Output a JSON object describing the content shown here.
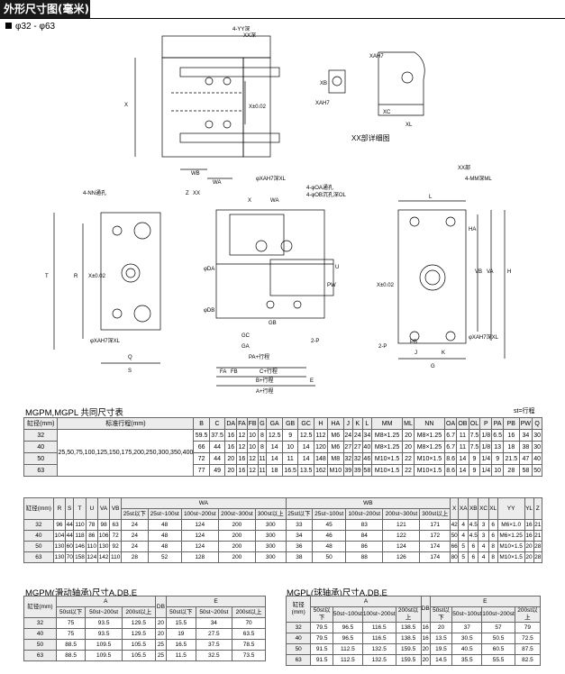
{
  "header": {
    "title": "外形尺寸图(毫米)"
  },
  "bore_range": "φ32 - φ63",
  "drawing": {
    "labels": {
      "yy_depth": "4-YY深",
      "xx_depth": "XX深",
      "x": "X",
      "x_tol": "X±0.02",
      "xa_h7": "XAH7",
      "xb": "XB",
      "xc": "XC",
      "xl": "XL",
      "xx_detail": "XX部详细图",
      "wb": "WB",
      "wa": "WA",
      "z": "Z",
      "xx": "XX",
      "phi_xa_depth": "φXAH7深XL",
      "nn_thread": "4-NN通孔",
      "oa_thread": "4-φOA通孔",
      "ob_cbore": "4-φOB沉孔深OL",
      "mm_depth": "4-MM深ML",
      "xx_part": "XX部",
      "t": "T",
      "r": "R",
      "q": "Q",
      "s": "S",
      "u": "U",
      "ga": "GA",
      "gb": "GB",
      "gc": "GC",
      "fa": "FA",
      "fb": "FB",
      "c_stroke": "C+行程",
      "b_stroke": "B+行程",
      "a_stroke": "A+行程",
      "e": "E",
      "pa_stroke": "PA+行程",
      "da": "φDA",
      "db": "φDB",
      "pw": "PW",
      "two_p": "2-P",
      "l": "L",
      "vb": "VB",
      "va": "VA",
      "h": "H",
      "ha": "HA",
      "j": "J",
      "k": "K",
      "g": "G",
      "pb": "PB",
      "phi_xa_depth2": "φXAH7深XL"
    }
  },
  "table1": {
    "title": "MGPM,MGPL 共同尺寸表",
    "note": "st=行程",
    "headers": [
      "缸径(mm)",
      "标准行程(mm)",
      "B",
      "C",
      "DA",
      "FA",
      "FB",
      "G",
      "GA",
      "GB",
      "GC",
      "H",
      "HA",
      "J",
      "K",
      "L",
      "MM",
      "ML",
      "NN",
      "OA",
      "OB",
      "OL",
      "P",
      "PA",
      "PB",
      "PW",
      "Q"
    ],
    "stroke_text": "25,50,75,100,125,150,175,200,250,300,350,400",
    "rows": [
      [
        "32",
        "59.5",
        "37.5",
        "16",
        "12",
        "10",
        "8",
        "12.5",
        "9",
        "12.5",
        "112",
        "M6",
        "24",
        "24",
        "34",
        "M8×1.25",
        "20",
        "M8×1.25",
        "6.7",
        "11",
        "7.5",
        "1/8",
        "6.5",
        "16",
        "34",
        "30"
      ],
      [
        "40",
        "66",
        "44",
        "16",
        "12",
        "10",
        "8",
        "14",
        "10",
        "14",
        "120",
        "M6",
        "27",
        "27",
        "40",
        "M8×1.25",
        "20",
        "M8×1.25",
        "6.7",
        "11",
        "7.5",
        "1/8",
        "13",
        "18",
        "38",
        "30"
      ],
      [
        "50",
        "72",
        "44",
        "20",
        "16",
        "12",
        "11",
        "14",
        "11",
        "14",
        "148",
        "M8",
        "32",
        "32",
        "46",
        "M10×1.5",
        "22",
        "M10×1.5",
        "8.6",
        "14",
        "9",
        "1/4",
        "9",
        "21.5",
        "47",
        "40"
      ],
      [
        "63",
        "77",
        "49",
        "20",
        "16",
        "12",
        "11",
        "18",
        "16.5",
        "13.5",
        "162",
        "M10",
        "39",
        "39",
        "58",
        "M10×1.5",
        "22",
        "M10×1.5",
        "8.6",
        "14",
        "9",
        "1/4",
        "10",
        "28",
        "58",
        "50"
      ]
    ]
  },
  "table2": {
    "h_bore": "缸径(mm)",
    "cols": [
      "R",
      "S",
      "T",
      "U",
      "VA",
      "VB"
    ],
    "wa": "WA",
    "wb": "WB",
    "wa_sub": [
      "25st以下",
      "25st~100st",
      "100st~200st",
      "200st~300st",
      "300st以上"
    ],
    "wb_sub": [
      "25st以下",
      "25st~100st",
      "100st~200st",
      "200st~300st",
      "300st以上"
    ],
    "tail": [
      "X",
      "XA",
      "XB",
      "XC",
      "XL",
      "YY",
      "YL",
      "Z"
    ],
    "rows": [
      [
        "32",
        "96",
        "44",
        "110",
        "78",
        "98",
        "63",
        "24",
        "48",
        "124",
        "200",
        "300",
        "33",
        "45",
        "83",
        "121",
        "171",
        "42",
        "4",
        "4.5",
        "3",
        "6",
        "M6×1.0",
        "16",
        "21"
      ],
      [
        "40",
        "104",
        "44",
        "118",
        "86",
        "106",
        "72",
        "24",
        "48",
        "124",
        "200",
        "300",
        "34",
        "46",
        "84",
        "122",
        "172",
        "50",
        "4",
        "4.5",
        "3",
        "6",
        "M6×1.25",
        "16",
        "21"
      ],
      [
        "50",
        "130",
        "60",
        "146",
        "110",
        "130",
        "92",
        "24",
        "48",
        "124",
        "200",
        "300",
        "36",
        "48",
        "86",
        "124",
        "174",
        "66",
        "5",
        "6",
        "4",
        "8",
        "M10×1.5",
        "20",
        "28"
      ],
      [
        "63",
        "130",
        "70",
        "158",
        "124",
        "142",
        "110",
        "28",
        "52",
        "128",
        "200",
        "300",
        "38",
        "50",
        "88",
        "126",
        "174",
        "80",
        "5",
        "6",
        "4",
        "8",
        "M10×1.5",
        "20",
        "28"
      ]
    ]
  },
  "table3": {
    "title": "MGPM(滑动轴承)尺寸A,DB,E",
    "h_bore": "缸径(mm)",
    "a": "A",
    "db": "DB",
    "e": "E",
    "sub": [
      "50st以下",
      "50st~200st",
      "200st以上"
    ],
    "rows": [
      [
        "32",
        "75",
        "93.5",
        "129.5",
        "20",
        "15.5",
        "34",
        "70"
      ],
      [
        "40",
        "75",
        "93.5",
        "129.5",
        "20",
        "19",
        "27.5",
        "63.5"
      ],
      [
        "50",
        "88.5",
        "109.5",
        "105.5",
        "25",
        "16.5",
        "37.5",
        "78.5"
      ],
      [
        "63",
        "88.5",
        "109.5",
        "105.5",
        "25",
        "11.5",
        "32.5",
        "73.5"
      ]
    ]
  },
  "table4": {
    "title": "MGPL(球轴承)尺寸A,DB,E",
    "h_bore": "缸径(mm)",
    "a": "A",
    "db": "DB",
    "e": "E",
    "sub": [
      "50st以下",
      "50st~100st",
      "100st~200st",
      "200st以上"
    ],
    "rows": [
      [
        "32",
        "79.5",
        "96.5",
        "116.5",
        "138.5",
        "16",
        "20",
        "37",
        "57",
        "79"
      ],
      [
        "40",
        "79.5",
        "96.5",
        "116.5",
        "138.5",
        "16",
        "13.5",
        "30.5",
        "50.5",
        "72.5"
      ],
      [
        "50",
        "91.5",
        "112.5",
        "132.5",
        "159.5",
        "20",
        "19.5",
        "40.5",
        "60.5",
        "87.5"
      ],
      [
        "63",
        "91.5",
        "112.5",
        "132.5",
        "159.5",
        "20",
        "14.5",
        "35.5",
        "55.5",
        "82.5"
      ]
    ]
  }
}
